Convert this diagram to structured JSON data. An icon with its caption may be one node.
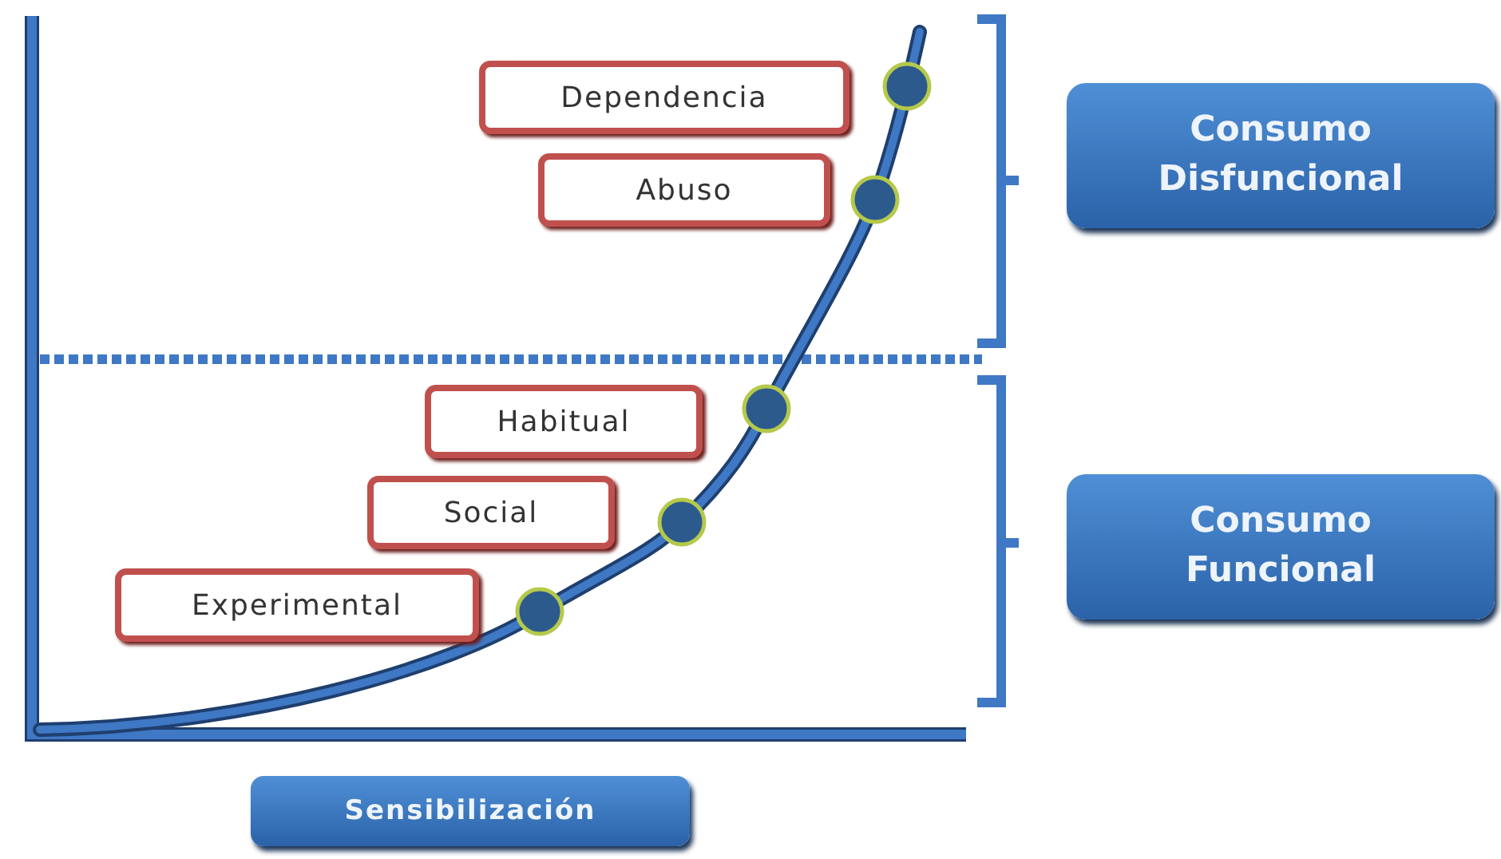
{
  "diagram": {
    "nodes": [
      {
        "text": [
          "Dependencia"
        ]
      },
      {
        "text": [
          "Abuso"
        ]
      },
      {
        "text": [
          "Habitual"
        ]
      },
      {
        "text": [
          "Social"
        ]
      },
      {
        "text": [
          "Experimental"
        ]
      },
      {
        "text": [
          "Consumo Disfuncional"
        ]
      },
      {
        "text": [
          "Consumo Funcional"
        ]
      },
      {
        "text": [
          "Sensibilización"
        ]
      }
    ]
  }
}
